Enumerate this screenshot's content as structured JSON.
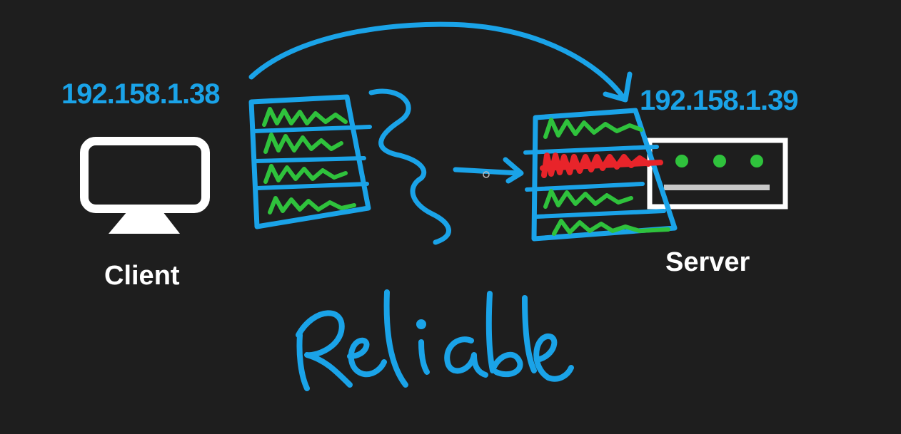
{
  "client": {
    "ip": "192.158.1.38",
    "label": "Client"
  },
  "server": {
    "ip": "192.158.1.39",
    "label": "Server"
  },
  "handwritten_caption": "Reliable",
  "colors": {
    "background": "#1e1e1e",
    "ink_blue": "#1aa3e8",
    "ink_green": "#2fc23c",
    "ink_red": "#e8242a",
    "device_white": "#ffffff",
    "server_bar_gray": "#c8c8c8"
  },
  "icons": {
    "client": "monitor-icon",
    "server": "server-rack-icon"
  }
}
